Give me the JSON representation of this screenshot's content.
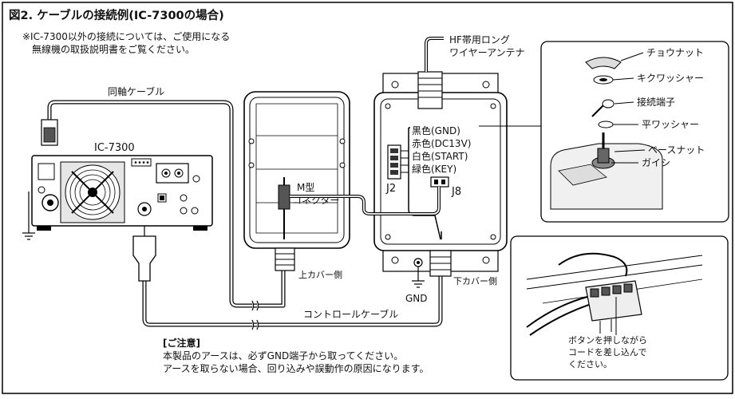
{
  "figure": {
    "title": "図2. ケーブルの接続例(IC-7300の場合)",
    "note_line1": "※IC-7300以外の接続については、ご使用になる",
    "note_line2": "無線機の取扱説明書をご覧ください。"
  },
  "radio": {
    "model": "IC-7300"
  },
  "labels": {
    "coax_cable": "同軸ケーブル",
    "control_cable": "コントロールケーブル",
    "m_connector_line1": "M型",
    "m_connector_line2": "コネクター",
    "upper_cover_side": "上カバー側",
    "lower_cover_side": "下カバー側",
    "gnd": "GND",
    "j2": "J2",
    "j8": "J8",
    "antenna_line1": "HF帯用ロング",
    "antenna_line2": "ワイヤーアンテナ"
  },
  "wires": [
    "黒色(GND)",
    "赤色(DC13V)",
    "白色(START)",
    "緑色(KEY)"
  ],
  "hardware": [
    "チョウナット",
    "キクワッシャー",
    "接続端子",
    "平ワッシャー",
    "ベースナット",
    "ガイシ"
  ],
  "button_note": [
    "ボタンを押しながら",
    "コードを差し込んで",
    "ください。"
  ],
  "caution": {
    "heading": "[ご注意]",
    "line1": "本製品のアースは、必ずGND端子から取ってください。",
    "line2": "アースを取らない場合、回り込みや誤動作の原因になります。"
  }
}
